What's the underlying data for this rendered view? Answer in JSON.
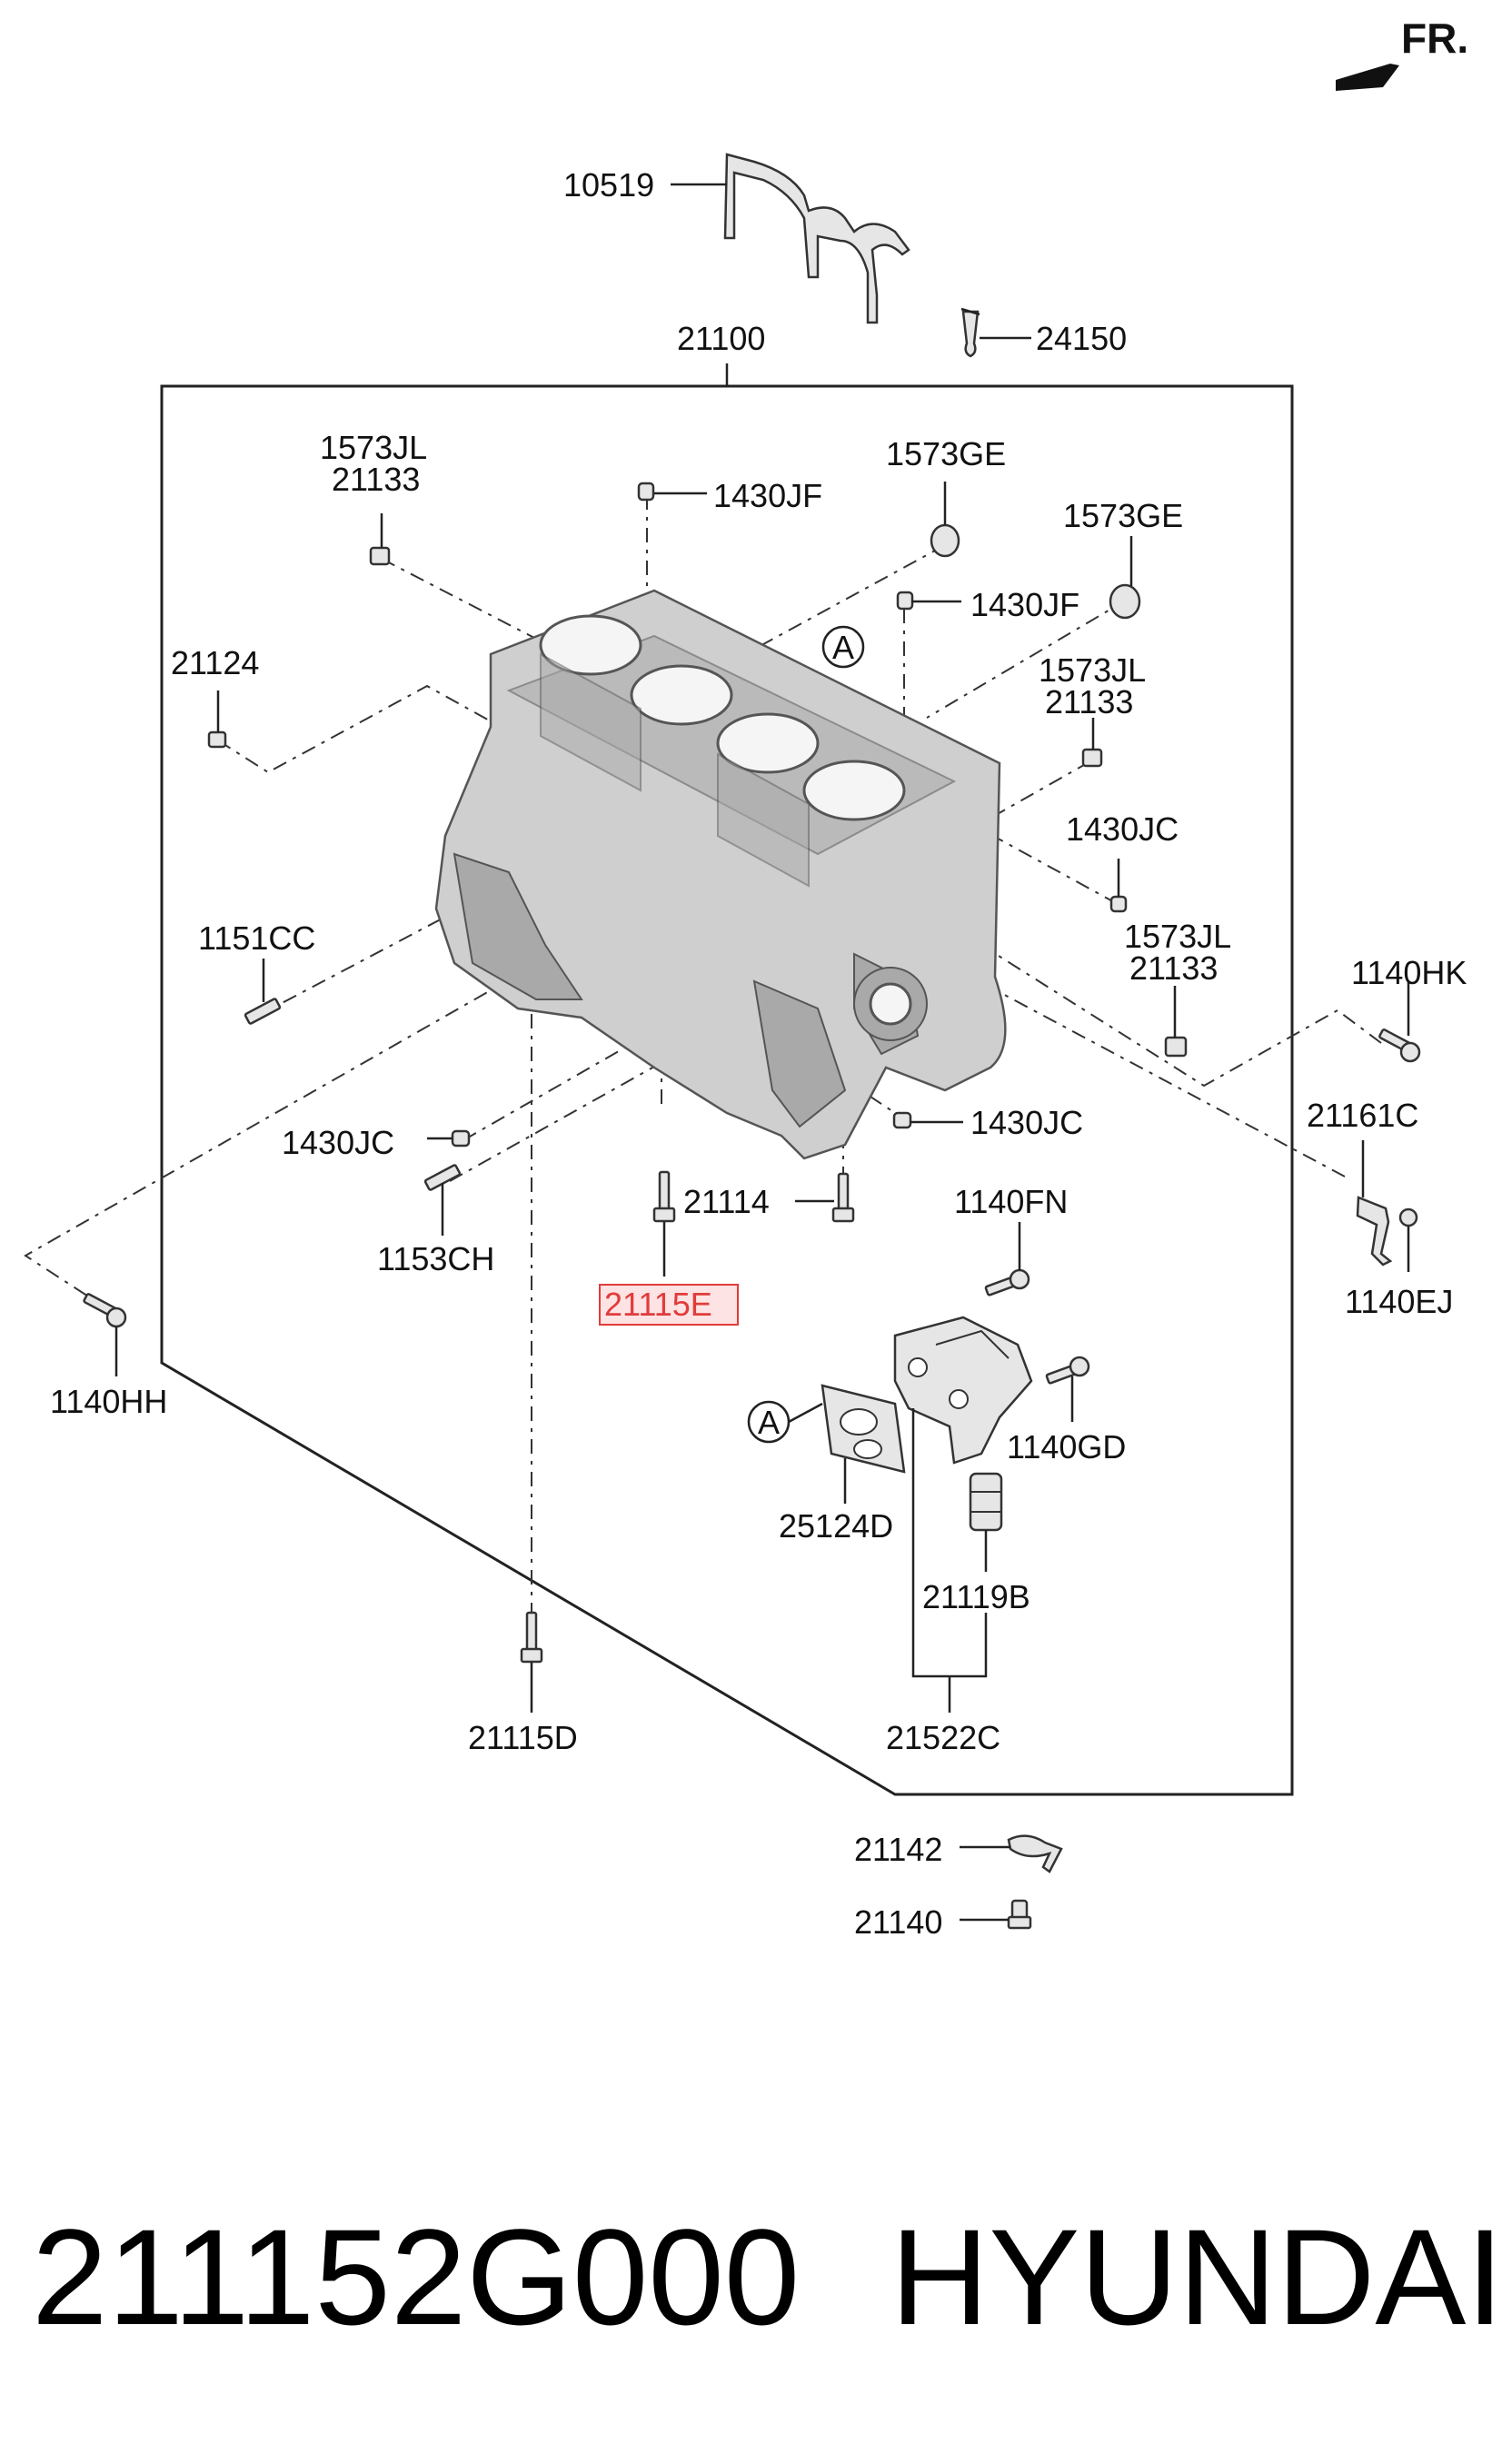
{
  "direction_marker": "FR.",
  "highlight_color": "#e23b3b",
  "highlight_fill": "#fde3e3",
  "callout_letter": "A",
  "part_labels": {
    "p10519": "10519",
    "p21100": "21100",
    "p24150": "24150",
    "p1573jl_1": "1573JL",
    "p21133_1": "21133",
    "p1430jf_1": "1430JF",
    "p1573ge_1": "1573GE",
    "p1573ge_2": "1573GE",
    "p1430jf_2": "1430JF",
    "p21124": "21124",
    "p1573jl_2": "1573JL",
    "p21133_2": "21133",
    "p1430jc_1": "1430JC",
    "p1151cc": "1151CC",
    "p1573jl_3": "1573JL",
    "p21133_3": "21133",
    "p1140hk": "1140HK",
    "p21161c": "21161C",
    "p1430jc_2": "1430JC",
    "p1430jc_3": "1430JC",
    "p21114": "21114",
    "p1140fn": "1140FN",
    "p1153ch": "1153CH",
    "p21115e": "21115E",
    "p1140ej": "1140EJ",
    "p1140hh": "1140HH",
    "p1140gd": "1140GD",
    "p25124d": "25124D",
    "p21119b": "21119B",
    "p21115d": "21115D",
    "p21522c": "21522C",
    "p21142": "21142",
    "p21140": "21140"
  },
  "footer": {
    "part_number": "211152G000",
    "brand": "HYUNDAI"
  }
}
